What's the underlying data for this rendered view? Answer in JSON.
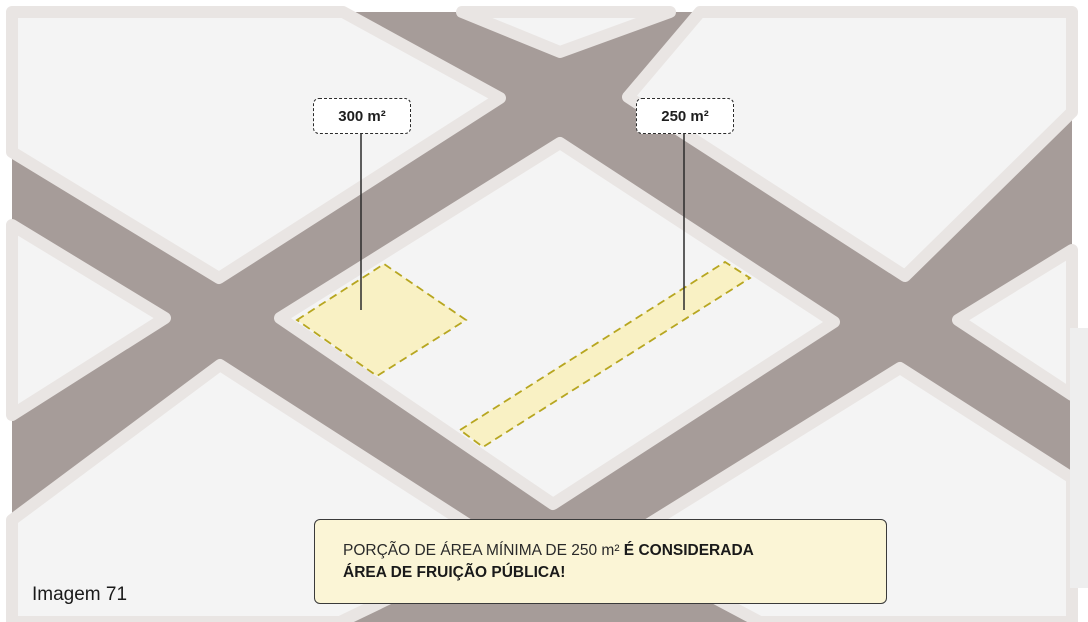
{
  "labels": {
    "area_300": "300 m²",
    "area_250": "250 m²"
  },
  "info": {
    "text_normal": "PORÇÃO DE ÁREA MÍNIMA DE 250 m² ",
    "text_bold_1": "É CONSIDERADA",
    "text_bold_2": "ÁREA DE FRUIÇÃO PÚBLICA!"
  },
  "caption": "Imagem 71",
  "colors": {
    "street": "#a69c99",
    "block_border": "#e9e5e3",
    "block_fill": "#f4f4f4",
    "highlight_fill": "#f9f1c4",
    "highlight_stroke": "#b7a620",
    "info_fill": "#fbf5d6"
  }
}
